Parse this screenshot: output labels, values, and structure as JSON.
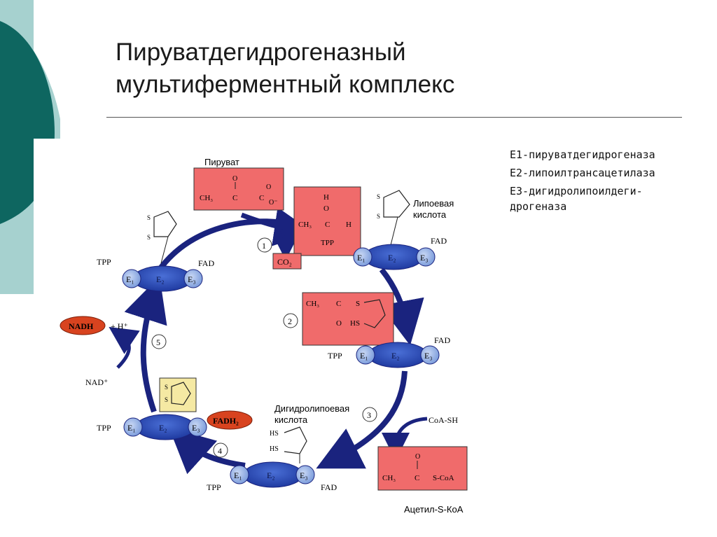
{
  "title_line1": "Пируватдегидрогеназный",
  "title_line2": "мультиферментный комплекс",
  "legend": {
    "e1": "Е1-пируватдегидрогеназа",
    "e2": "Е2-липоилтрансацетилаза",
    "e3_line1": "Е3-дигидролипоилдеги-",
    "e3_line2": "дрогеназа"
  },
  "diagram": {
    "pyruvate_label": "Пируват",
    "lipoic_label_1": "Липоевая",
    "lipoic_label_2": "кислота",
    "dihydrolipoic_label_1": "Дигидролипоевая",
    "dihydrolipoic_label_2": "кислота",
    "acetyl_label": "Ацетил-S-КоА",
    "co2": "CO₂",
    "coa_sh": "CoA-SH",
    "nadh": "NADH",
    "h_plus": "+ H⁺",
    "nad_plus": "NAD⁺",
    "fadh2": "FADH₂",
    "tpp": "TPP",
    "fad": "FAD",
    "e1": "E₁",
    "e2": "E₂",
    "e3": "E₃",
    "s": "S",
    "hs": "HS",
    "steps": [
      "1",
      "2",
      "3",
      "4",
      "5"
    ],
    "pyruvate_formula": {
      "ch3": "CH₃",
      "c": "C",
      "o_top": "O",
      "o_minus": "O⁻"
    },
    "hydroxyethyl_formula": {
      "h": "H",
      "o": "O",
      "ch3": "CH₃",
      "c": "C",
      "h_right": "H",
      "tpp": "TPP"
    },
    "acetyl_lipoamide_formula": {
      "ch3": "CH₃",
      "c": "C",
      "s": "S",
      "o": "O",
      "hs": "HS"
    },
    "acetyl_coa_formula": {
      "o": "O",
      "ch3": "CH₃",
      "c": "C",
      "scoa": "S-CoA"
    }
  }
}
